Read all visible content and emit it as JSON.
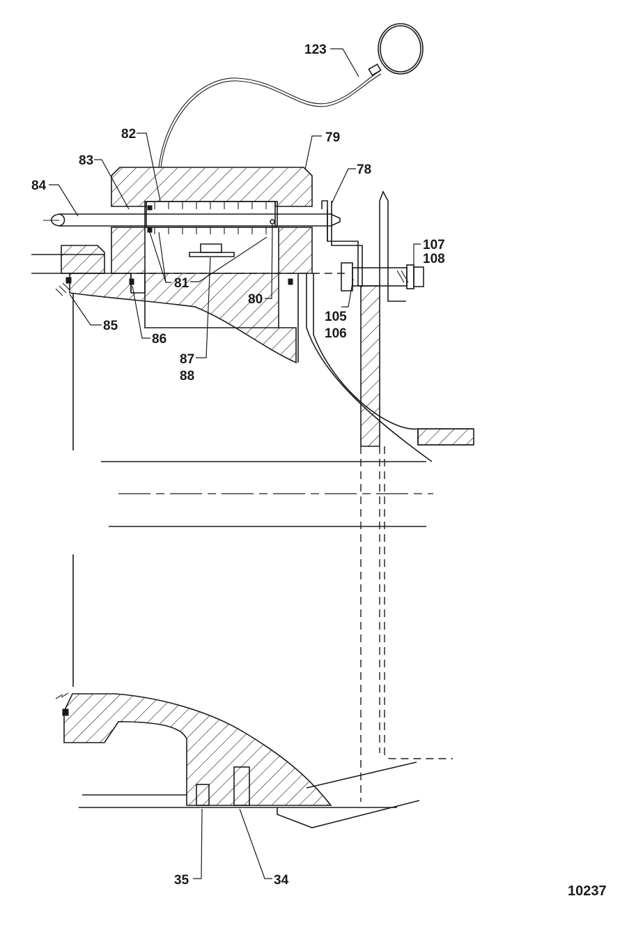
{
  "drawing": {
    "callouts": {
      "c123": "123",
      "c79": "79",
      "c82": "82",
      "c83": "83",
      "c84": "84",
      "c78": "78",
      "c107": "107",
      "c108": "108",
      "c81": "81",
      "c80": "80",
      "c85": "85",
      "c86": "86",
      "c105": "105",
      "c106": "106",
      "c87": "87",
      "c88": "88",
      "c35": "35",
      "c34": "34"
    },
    "figure_number": "10237"
  }
}
